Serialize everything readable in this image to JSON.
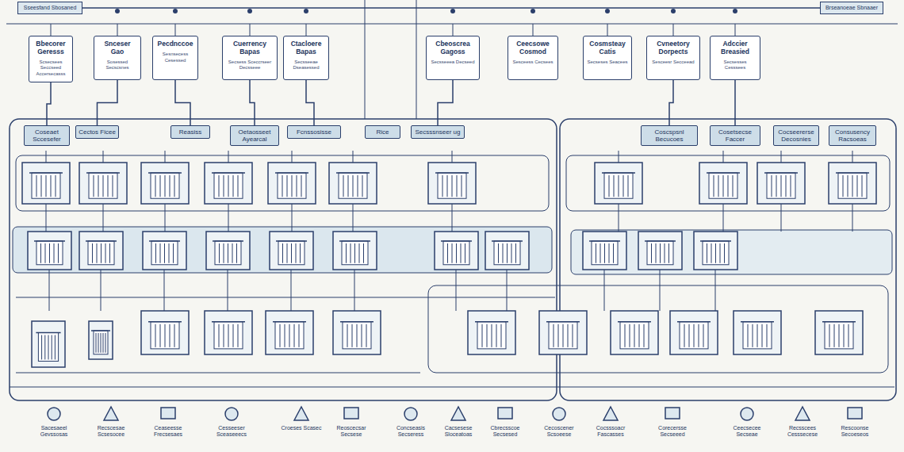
{
  "diagram": {
    "nodes": [
      {
        "text": [
          "Sseesfand Sbosaned"
        ]
      },
      {
        "text": [
          "Brseanoeae Sbnaaer"
        ]
      },
      {
        "text": [
          "Bbecorer Geresss",
          "Scsecsees Seccseed Accersecasss"
        ]
      },
      {
        "text": [
          "Snceser Gao",
          "Sosessed Secscsnes"
        ]
      },
      {
        "text": [
          "Pecdnccoe",
          "Sesnsecess Cesessed"
        ]
      },
      {
        "text": [
          "Cuerrency Bapas",
          "Secsess Sceccrseer Decsseee"
        ]
      },
      {
        "text": [
          "Ctacloere Bapas",
          "Secsseeae Dseasessed"
        ]
      },
      {
        "text": [
          "Cbeoscrea Gagoss",
          "Secsseeea Decseed"
        ]
      },
      {
        "text": [
          "Ceecsowe Cosmod",
          "Sesceess Cecsees"
        ]
      },
      {
        "text": [
          "Cosmsteay Catis",
          "Secseses Seacees"
        ]
      },
      {
        "text": [
          "Cvneetory Dorpects",
          "Sesceesr Secceead"
        ]
      },
      {
        "text": [
          "Adccier Breasied",
          "Secsesses Cesssees"
        ]
      },
      {
        "text": [
          "Coseaet Sccesefer"
        ]
      },
      {
        "text": [
          "Cectos Ficee"
        ]
      },
      {
        "text": [
          "Reasiss"
        ]
      },
      {
        "text": [
          "Oetaosseet Ayearcal"
        ]
      },
      {
        "text": [
          "Fcnssosisse"
        ]
      },
      {
        "text": [
          "Rice"
        ]
      },
      {
        "text": [
          "Secsssnseer ug"
        ]
      },
      {
        "text": [
          "Coscspsnl Becucoes"
        ]
      },
      {
        "text": [
          "Cosetsecse Faccer"
        ]
      },
      {
        "text": [
          "Cocseererse Decosnies"
        ]
      },
      {
        "text": [
          "Consusency Racsoeas"
        ]
      }
    ],
    "edges": [
      {
        "from": 0,
        "to": 1,
        "arrow": "none"
      },
      {
        "from": 2,
        "to": 12,
        "arrow": "none"
      },
      {
        "from": 3,
        "to": 13,
        "arrow": "none"
      },
      {
        "from": 4,
        "to": 14,
        "arrow": "none"
      },
      {
        "from": 5,
        "to": 15,
        "arrow": "none"
      },
      {
        "from": 6,
        "to": 16,
        "arrow": "none"
      },
      {
        "from": 7,
        "to": 18,
        "arrow": "none"
      },
      {
        "from": 10,
        "to": 19,
        "arrow": "none"
      },
      {
        "from": 11,
        "to": 20,
        "arrow": "none"
      }
    ],
    "labels": [
      "Sacesaeel Gevssosas",
      "Recscesae Scsesocee",
      "Ceaseesse Frecsesaes",
      "Cesseeser Sceaseeecs",
      "Croeses Scasec",
      "Reoscecsar Secsese",
      "Concseasis Secseress",
      "Cacsesese Sloceatoas",
      "Cbrecsscoe Secsesed",
      "Cecoscener Scsoeese",
      "Cocsssoacr Fascasses",
      "Corecersse Secseeed",
      "Ceecsecee Secseae",
      "Recsscees Cesssecese",
      "Rescoonse Secoeseos"
    ]
  }
}
